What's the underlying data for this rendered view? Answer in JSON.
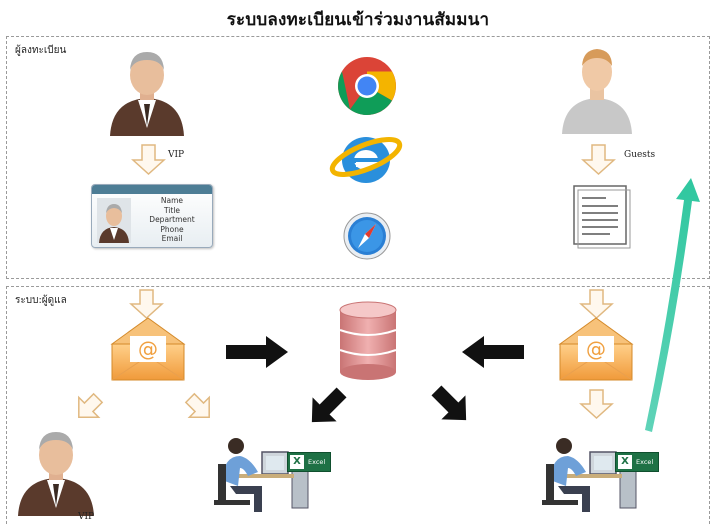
{
  "title": "ระบบลงทะเบียนเข้าร่วมงานสัมมนา",
  "sections": {
    "registration": "ผู้ลงทะเบียน",
    "admin": "ระบบ:ผู้ดูแล"
  },
  "labels": {
    "vip_top": "VIP",
    "guests": "Guests",
    "vip_bottom": "VIP",
    "excel": "Excel"
  },
  "card_fields": [
    "Name",
    "Title",
    "Department",
    "Phone",
    "Email"
  ],
  "browsers": [
    "chrome-icon",
    "internet-explorer-icon",
    "safari-icon"
  ],
  "colors": {
    "arrow_outline": "#e8c08a",
    "arrow_fill": "#fff8ee",
    "envelope": "#f2a84a",
    "database": "#d98a8a",
    "teal_arrow": "#3fd0a8"
  }
}
